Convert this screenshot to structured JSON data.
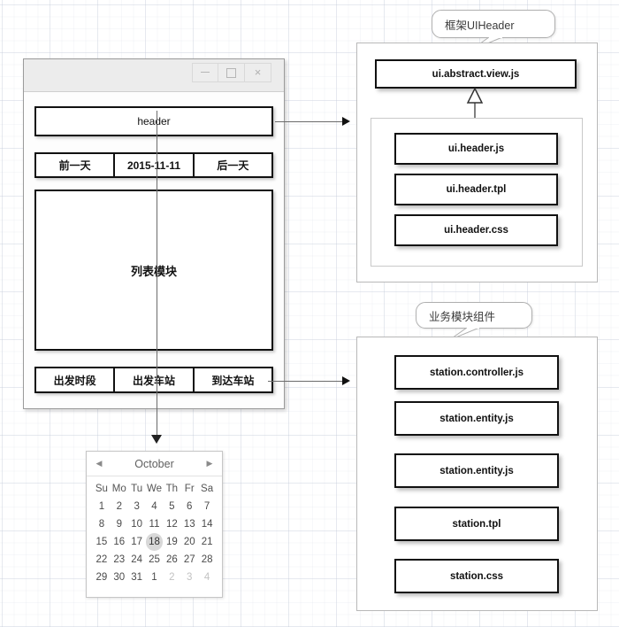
{
  "mock_window": {
    "title_buttons": [
      {
        "name": "minimize",
        "glyph": "minimize-icon"
      },
      {
        "name": "maximize",
        "glyph": "maximize-icon"
      },
      {
        "name": "close",
        "glyph": "close-icon"
      }
    ],
    "close_glyph": "×",
    "header_label": "header",
    "day_bar": {
      "prev_label": "前一天",
      "date_value": "2015-11-11",
      "next_label": "后一天"
    },
    "list_label": "列表模块",
    "tab_bar": [
      "出发时段",
      "出发车站",
      "到达车站"
    ]
  },
  "calendar": {
    "prev_glyph": "◀",
    "next_glyph": "▶",
    "title": "October",
    "dow": [
      "Su",
      "Mo",
      "Tu",
      "We",
      "Th",
      "Fr",
      "Sa"
    ],
    "weeks": [
      [
        {
          "d": "1",
          "state": "normal"
        },
        {
          "d": "2",
          "state": "normal"
        },
        {
          "d": "3",
          "state": "normal"
        },
        {
          "d": "4",
          "state": "normal"
        },
        {
          "d": "5",
          "state": "normal"
        },
        {
          "d": "6",
          "state": "normal"
        },
        {
          "d": "7",
          "state": "normal"
        }
      ],
      [
        {
          "d": "8",
          "state": "normal"
        },
        {
          "d": "9",
          "state": "normal"
        },
        {
          "d": "10",
          "state": "normal"
        },
        {
          "d": "11",
          "state": "normal"
        },
        {
          "d": "12",
          "state": "normal"
        },
        {
          "d": "13",
          "state": "normal"
        },
        {
          "d": "14",
          "state": "normal"
        }
      ],
      [
        {
          "d": "15",
          "state": "normal"
        },
        {
          "d": "16",
          "state": "normal"
        },
        {
          "d": "17",
          "state": "normal"
        },
        {
          "d": "18",
          "state": "today"
        },
        {
          "d": "19",
          "state": "normal"
        },
        {
          "d": "20",
          "state": "normal"
        },
        {
          "d": "21",
          "state": "normal"
        }
      ],
      [
        {
          "d": "22",
          "state": "normal"
        },
        {
          "d": "23",
          "state": "normal"
        },
        {
          "d": "24",
          "state": "normal"
        },
        {
          "d": "25",
          "state": "normal"
        },
        {
          "d": "26",
          "state": "normal"
        },
        {
          "d": "27",
          "state": "normal"
        },
        {
          "d": "28",
          "state": "normal"
        }
      ],
      [
        {
          "d": "29",
          "state": "normal"
        },
        {
          "d": "30",
          "state": "normal"
        },
        {
          "d": "31",
          "state": "normal"
        },
        {
          "d": "1",
          "state": "normal"
        },
        {
          "d": "2",
          "state": "muted"
        },
        {
          "d": "3",
          "state": "muted"
        },
        {
          "d": "4",
          "state": "muted"
        }
      ]
    ]
  },
  "panels": {
    "top": {
      "callout": "框架UIHeader",
      "base_node": "ui.abstract.view.js",
      "children": [
        "ui.header.js",
        "ui.header.tpl",
        "ui.header.css"
      ]
    },
    "bottom": {
      "callout": "业务模块组件",
      "children": [
        "station.controller.js",
        "station.entity.js",
        "station.entity.js",
        "station.tpl",
        "station.css"
      ]
    }
  },
  "colors": {
    "node_border": "#111111",
    "panel_border": "#b8b8b8",
    "callout_border": "#b0b0b0",
    "connector": "#6b6b6b",
    "grid": "#c1c7d6",
    "today_highlight": "#d8d8d8"
  }
}
